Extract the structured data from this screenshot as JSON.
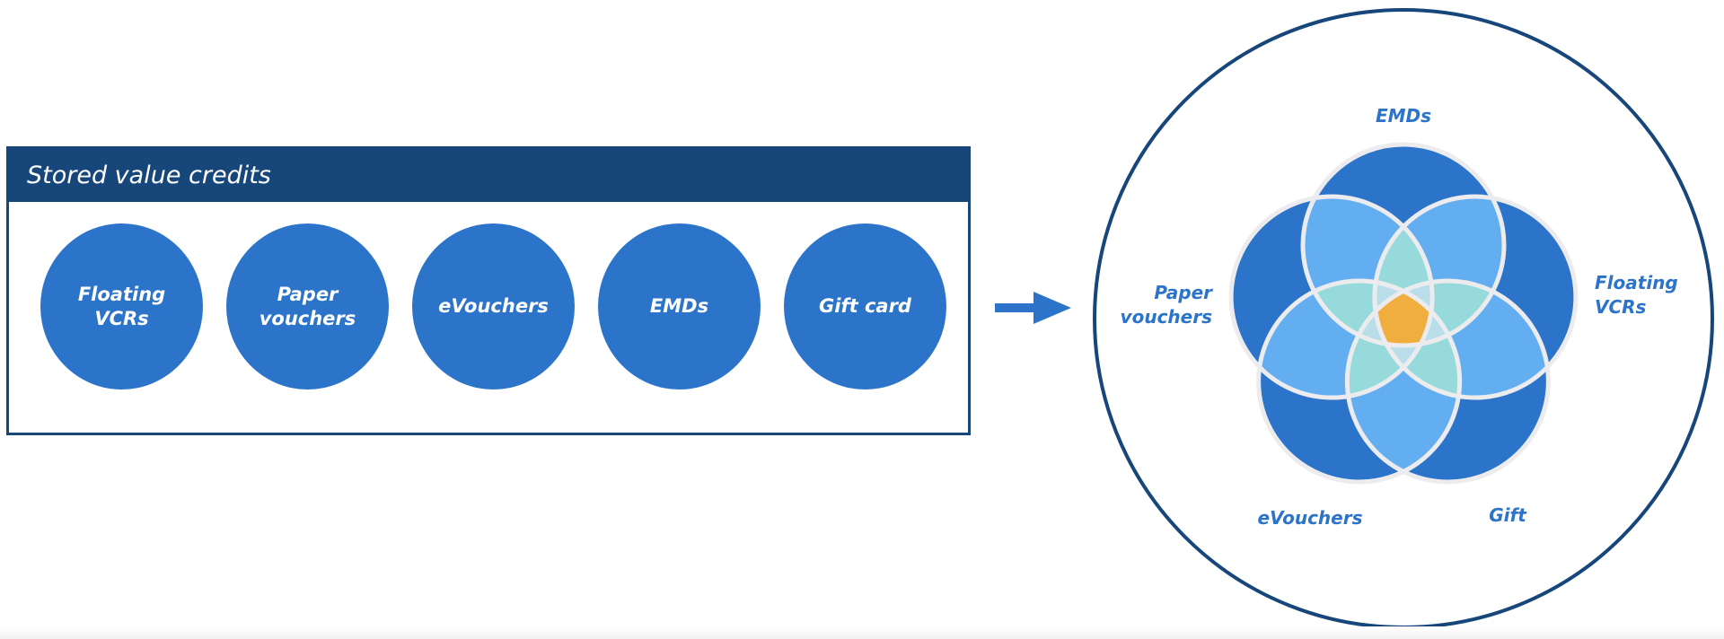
{
  "left_panel": {
    "title": "Stored value credits",
    "items": [
      {
        "label": "Floating\nVCRs"
      },
      {
        "label": "Paper\nvouchers"
      },
      {
        "label": "eVouchers"
      },
      {
        "label": "EMDs"
      },
      {
        "label": "Gift card"
      }
    ]
  },
  "arrow": {
    "icon": "arrow-right-icon"
  },
  "venn": {
    "petals": [
      {
        "label_lines": [
          "EMDs"
        ]
      },
      {
        "label_lines": [
          "Floating",
          "VCRs"
        ]
      },
      {
        "label_lines": [
          "Gift"
        ]
      },
      {
        "label_lines": [
          "eVouchers"
        ]
      },
      {
        "label_lines": [
          "Paper",
          "vouchers"
        ]
      }
    ]
  },
  "colors": {
    "navy": "#17467a",
    "petal_dark": "#2c74c9",
    "overlap_2": "#62aef1",
    "overlap_3": "#97dadb",
    "overlap_4": "#b9deea",
    "core": "#efae3d",
    "petal_outline": "#ecebee",
    "label": "#2c74c9"
  }
}
